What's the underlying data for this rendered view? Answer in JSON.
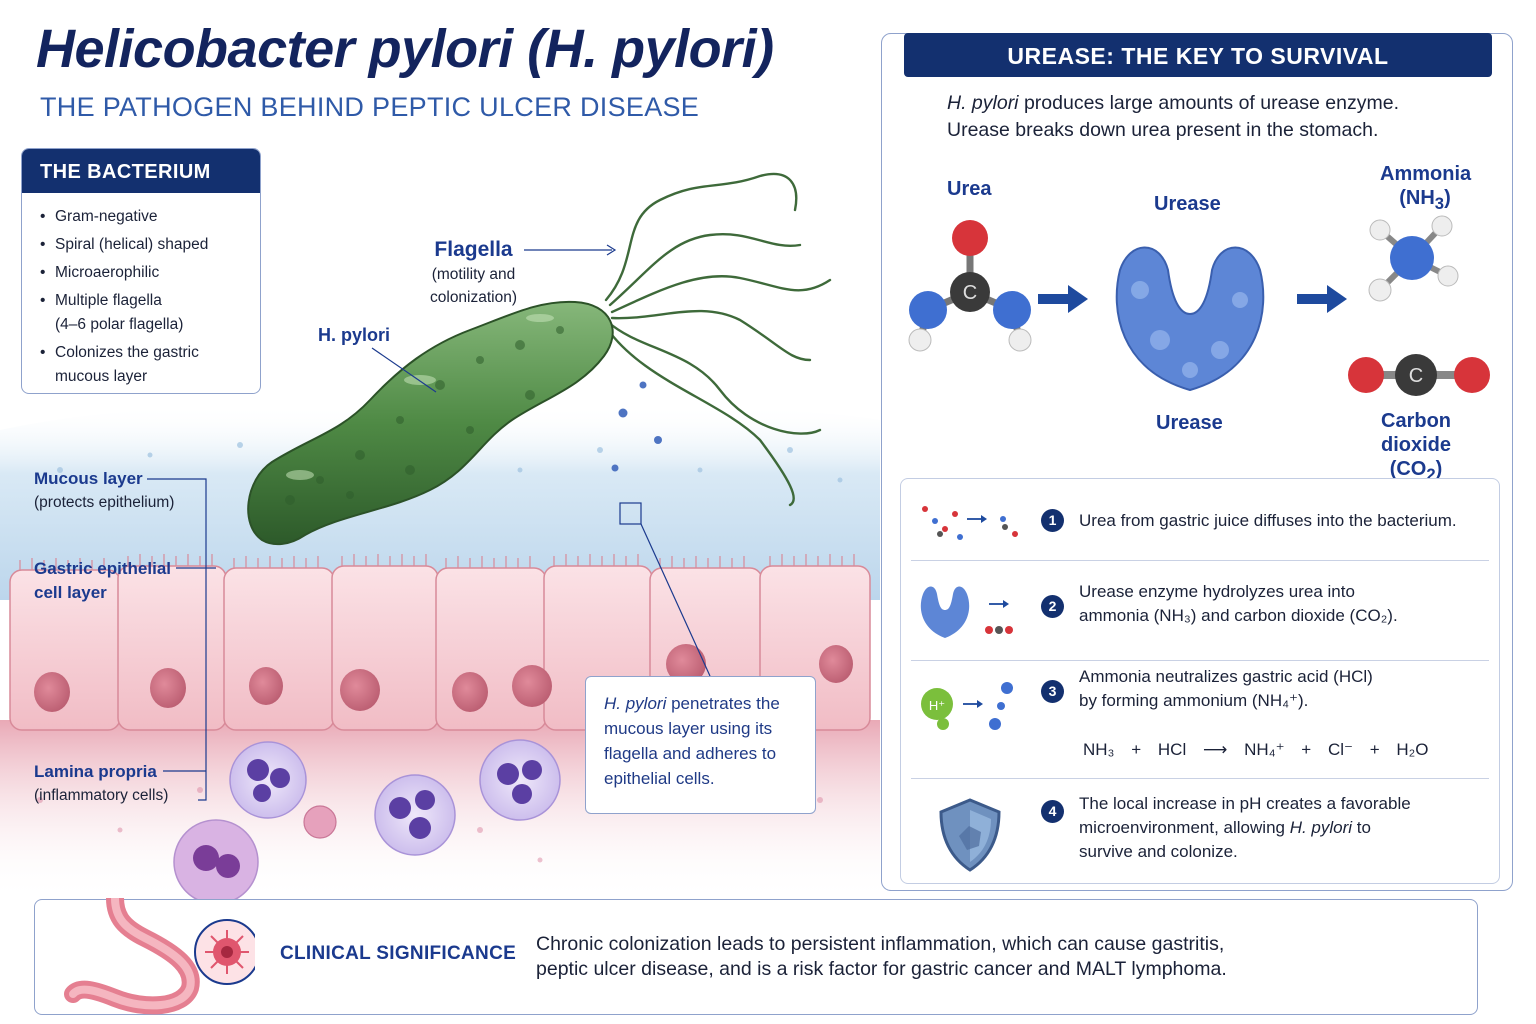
{
  "title": "Helicobacter pylori (H. pylori)",
  "subtitle": "THE PATHOGEN BEHIND PEPTIC ULCER DISEASE",
  "bacterium": {
    "header": "THE BACTERIUM",
    "items": [
      "Gram-negative",
      "Spiral (helical) shaped",
      "Microaerophilic",
      "Multiple flagella",
      "(4–6 polar flagella)",
      "Colonizes the gastric",
      "mucous layer"
    ]
  },
  "labels": {
    "flagella": "Flagella",
    "flagella_desc_1": "(motility and",
    "flagella_desc_2": "colonization)",
    "h_pylori": "H. pylori",
    "mucous": "Mucous layer",
    "mucous_desc": "(protects epithelium)",
    "epithelial_1": "Gastric epithelial",
    "epithelial_2": "cell layer",
    "lamina": "Lamina propria",
    "lamina_desc": "(inflammatory cells)"
  },
  "penetration": {
    "italic": "H. pylori",
    "l1": " penetrates the",
    "l2": "mucous layer using its",
    "l3": "flagella and adheres to",
    "l4": "epithelial cells."
  },
  "urease": {
    "header": "UREASE: THE KEY TO SURVIVAL",
    "intro_italic": "H. pylori",
    "intro_1": " produces large amounts of urease enzyme.",
    "intro_2": "Urease breaks down urea present in the stomach.",
    "urea": "Urea",
    "urease_top": "Urease",
    "urease_bottom": "Urease",
    "ammonia": "Ammonia",
    "ammonia_formula": "(NH",
    "ammonia_sub": "3",
    "co2": "Carbon dioxide",
    "co2_formula": "(CO",
    "co2_sub": "2",
    "atom_c": "C",
    "atom_h_plus": "H⁺"
  },
  "steps": [
    {
      "num": "1",
      "line1": "Urea from gastric juice diffuses into the bacterium."
    },
    {
      "num": "2",
      "line1": "Urease enzyme hydrolyzes urea into",
      "line2": "ammonia (NH₃) and carbon dioxide (CO₂)."
    },
    {
      "num": "3",
      "line1": "Ammonia neutralizes gastric acid (HCl)",
      "line2": "by forming ammonium (NH₄⁺).",
      "equation": [
        "NH₃",
        "+",
        "HCl",
        "⟶",
        "NH₄⁺",
        "+",
        "Cl⁻",
        "+",
        "H₂O"
      ]
    },
    {
      "num": "4",
      "line1": "The local increase in pH creates a favorable",
      "line2a": "microenvironment, allowing ",
      "line2_italic": "H. pylori",
      "line2b": " to",
      "line3": "survive and colonize."
    }
  ],
  "clinical": {
    "title": "CLINICAL SIGNIFICANCE",
    "line1": "Chronic colonization leads to persistent inflammation, which can cause gastritis,",
    "line2": "peptic ulcer disease, and is a risk factor for gastric cancer and MALT lymphoma."
  },
  "colors": {
    "navy": "#13306f",
    "accent_blue": "#1b3a8e",
    "bacterium_green": "#3f7a3a",
    "epithelium_pink": "#f2c4cb",
    "mucus_blue": "#cfe3f2",
    "immune_purple": "#8f73c9"
  }
}
